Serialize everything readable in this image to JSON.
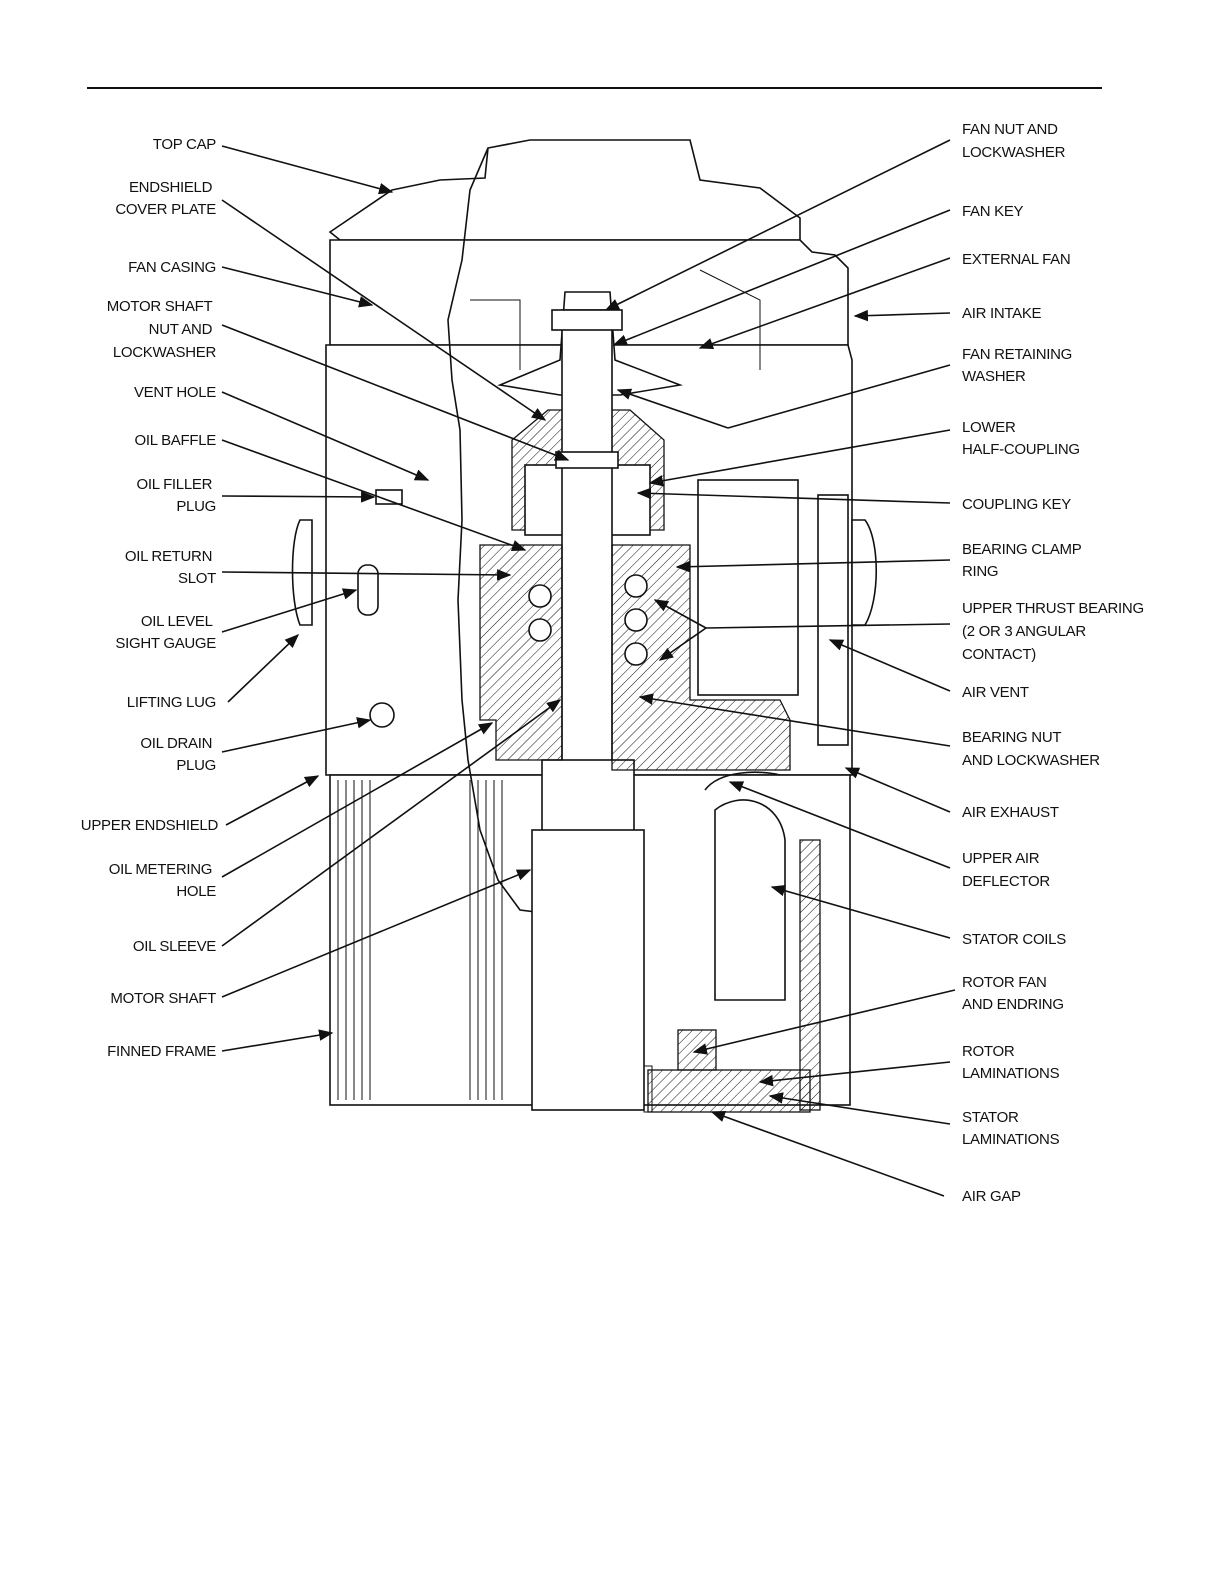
{
  "left_labels": [
    {
      "id": "top-cap",
      "lines": [
        "TOP CAP"
      ]
    },
    {
      "id": "endshield-cover-plate",
      "lines": [
        "ENDSHIELD",
        "COVER PLATE"
      ]
    },
    {
      "id": "fan-casing",
      "lines": [
        "FAN CASING"
      ]
    },
    {
      "id": "motor-shaft-nut-and-lockwasher",
      "lines": [
        "MOTOR SHAFT",
        "NUT AND",
        "LOCKWASHER"
      ]
    },
    {
      "id": "vent-hole",
      "lines": [
        "VENT HOLE"
      ]
    },
    {
      "id": "oil-baffle",
      "lines": [
        "OIL BAFFLE"
      ]
    },
    {
      "id": "oil-filler-plug",
      "lines": [
        "OIL FILLER",
        "PLUG"
      ]
    },
    {
      "id": "oil-return-slot",
      "lines": [
        "OIL RETURN",
        "SLOT"
      ]
    },
    {
      "id": "oil-level-sight-gauge",
      "lines": [
        "OIL LEVEL",
        "SIGHT GAUGE"
      ]
    },
    {
      "id": "lifting-lug",
      "lines": [
        "LIFTING LUG"
      ]
    },
    {
      "id": "oil-drain-plug",
      "lines": [
        "OIL DRAIN",
        "PLUG"
      ]
    },
    {
      "id": "upper-endshield",
      "lines": [
        "UPPER ENDSHIELD"
      ]
    },
    {
      "id": "oil-metering-hole",
      "lines": [
        "OIL METERING",
        "HOLE"
      ]
    },
    {
      "id": "oil-sleeve",
      "lines": [
        "OIL SLEEVE"
      ]
    },
    {
      "id": "motor-shaft",
      "lines": [
        "MOTOR SHAFT"
      ]
    },
    {
      "id": "finned-frame",
      "lines": [
        "FINNED FRAME"
      ]
    }
  ],
  "right_labels": [
    {
      "id": "fan-nut-and-lockwasher",
      "lines": [
        "FAN NUT AND",
        "LOCKWASHER"
      ]
    },
    {
      "id": "fan-key",
      "lines": [
        "FAN KEY"
      ]
    },
    {
      "id": "external-fan",
      "lines": [
        "EXTERNAL FAN"
      ]
    },
    {
      "id": "air-intake",
      "lines": [
        "AIR INTAKE"
      ]
    },
    {
      "id": "fan-retaining-washer",
      "lines": [
        "FAN RETAINING",
        "WASHER"
      ]
    },
    {
      "id": "lower-half-coupling",
      "lines": [
        "LOWER",
        "HALF-COUPLING"
      ]
    },
    {
      "id": "coupling-key",
      "lines": [
        "COUPLING KEY"
      ]
    },
    {
      "id": "bearing-clamp-ring",
      "lines": [
        "BEARING CLAMP",
        "RING"
      ]
    },
    {
      "id": "upper-thrust-bearing",
      "lines": [
        "UPPER THRUST BEARING",
        "(2 OR 3 ANGULAR",
        " CONTACT)"
      ]
    },
    {
      "id": "air-vent",
      "lines": [
        "AIR VENT"
      ]
    },
    {
      "id": "bearing-nut-and-lockwasher",
      "lines": [
        "BEARING NUT",
        "AND LOCKWASHER"
      ]
    },
    {
      "id": "air-exhaust",
      "lines": [
        "AIR EXHAUST"
      ]
    },
    {
      "id": "upper-air-deflector",
      "lines": [
        "UPPER AIR",
        "DEFLECTOR"
      ]
    },
    {
      "id": "stator-coils",
      "lines": [
        "STATOR COILS"
      ]
    },
    {
      "id": "rotor-fan-and-endring",
      "lines": [
        "ROTOR FAN",
        "AND ENDRING"
      ]
    },
    {
      "id": "rotor-laminations",
      "lines": [
        "ROTOR",
        "LAMINATIONS"
      ]
    },
    {
      "id": "stator-laminations",
      "lines": [
        "STATOR",
        "LAMINATIONS"
      ]
    },
    {
      "id": "air-gap",
      "lines": [
        "AIR GAP"
      ]
    }
  ]
}
